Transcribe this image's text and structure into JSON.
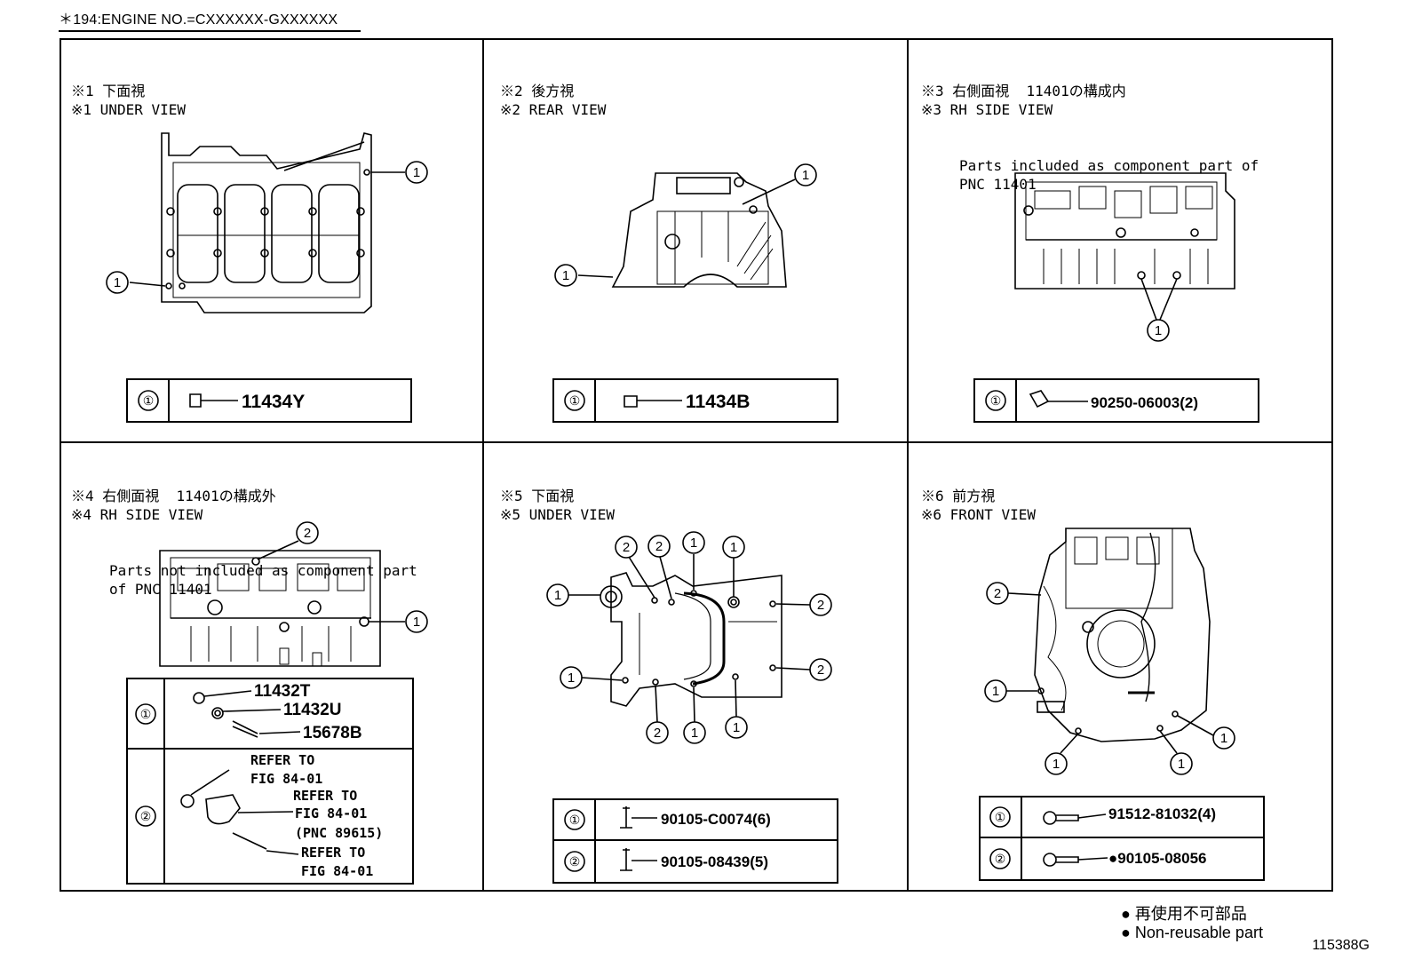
{
  "header": {
    "text": "＊194:ENGINE NO.=CXXXXXX-GXXXXXX"
  },
  "panels": [
    {
      "l1": "※1 下面視",
      "l2": "※1 UNDER VIEW",
      "l3": "",
      "l4": "",
      "parts": [
        {
          "no": "①",
          "pn": "11434Y"
        }
      ]
    },
    {
      "l1": "※2 後方視",
      "l2": "※2 REAR VIEW",
      "l3": "",
      "l4": "",
      "parts": [
        {
          "no": "①",
          "pn": "11434B"
        }
      ]
    },
    {
      "l1": "※3 右側面視  11401の構成内",
      "l2": "※3 RH SIDE VIEW",
      "l3": "Parts included as component part of",
      "l4": "PNC 11401",
      "parts": [
        {
          "no": "①",
          "pn": "90250-06003(2)"
        }
      ]
    },
    {
      "l1": "※4 右側面視  11401の構成外",
      "l2": "※4 RH SIDE VIEW",
      "l3": "Parts not included as component part",
      "l4": "of PNC 11401",
      "parts": [
        {
          "no": "①",
          "pn1": "11432T",
          "pn2": "11432U",
          "pn3": "15678B"
        },
        {
          "no": "②",
          "r1": "REFER TO",
          "r2": "FIG 84-01",
          "r3": "REFER TO",
          "r4": "FIG 84-01",
          "r5": "(PNC 89615)",
          "r6": "REFER TO",
          "r7": "FIG 84-01"
        }
      ]
    },
    {
      "l1": "※5 下面視",
      "l2": "※5 UNDER VIEW",
      "l3": "",
      "l4": "",
      "parts": [
        {
          "no": "①",
          "pn": "90105-C0074(6)"
        },
        {
          "no": "②",
          "pn": "90105-08439(5)"
        }
      ]
    },
    {
      "l1": "※6 前方視",
      "l2": "※6 FRONT VIEW",
      "l3": "",
      "l4": "",
      "parts": [
        {
          "no": "①",
          "pn": "91512-81032(4)"
        },
        {
          "no": "②",
          "pn": "●90105-08056"
        }
      ]
    }
  ],
  "callouts": {
    "one": "1",
    "two": "2"
  },
  "legend": {
    "jp": "● 再使用不可部品",
    "en": "● Non-reusable part"
  },
  "figure_no": "115388G"
}
